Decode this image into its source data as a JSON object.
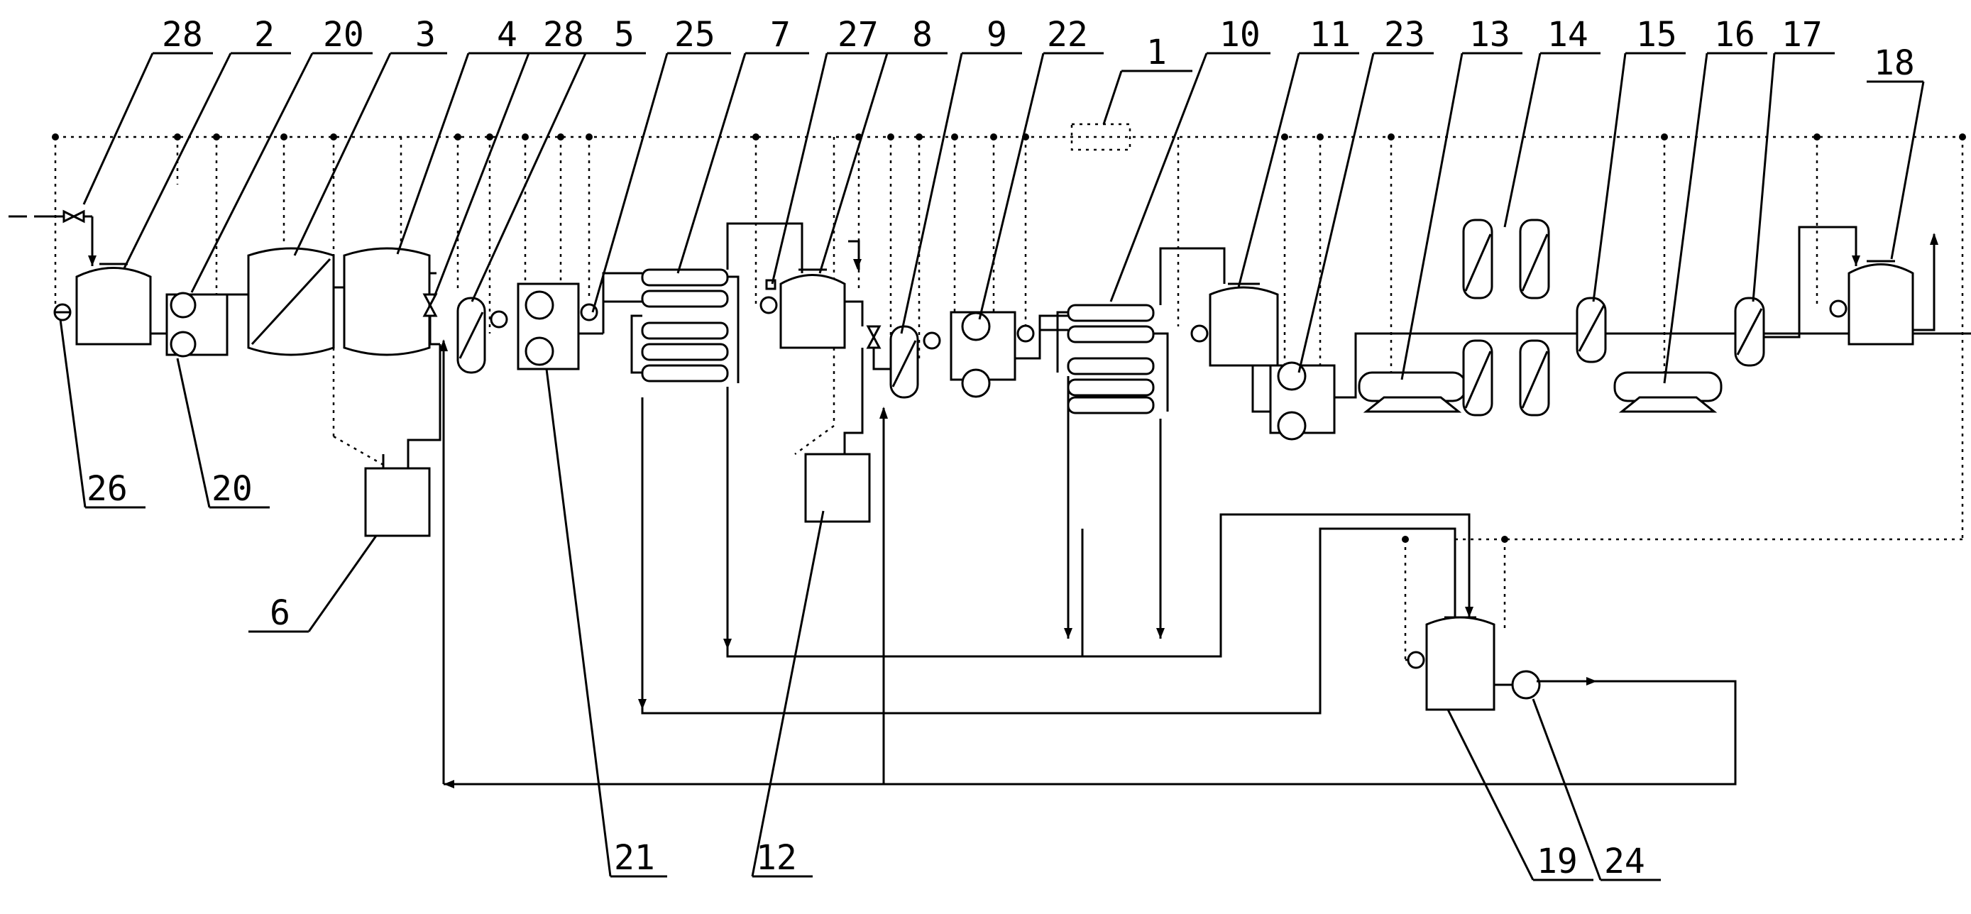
{
  "diagram": {
    "labels_top": [
      "28",
      "2",
      "20",
      "3",
      "4",
      "28",
      "5",
      "25",
      "7",
      "27",
      "8",
      "9",
      "22",
      "1",
      "10",
      "11",
      "23",
      "13",
      "14",
      "15",
      "16",
      "17",
      "18"
    ],
    "labels_bottom": [
      "26",
      "20",
      "6",
      "21",
      "12",
      "19",
      "24"
    ]
  }
}
